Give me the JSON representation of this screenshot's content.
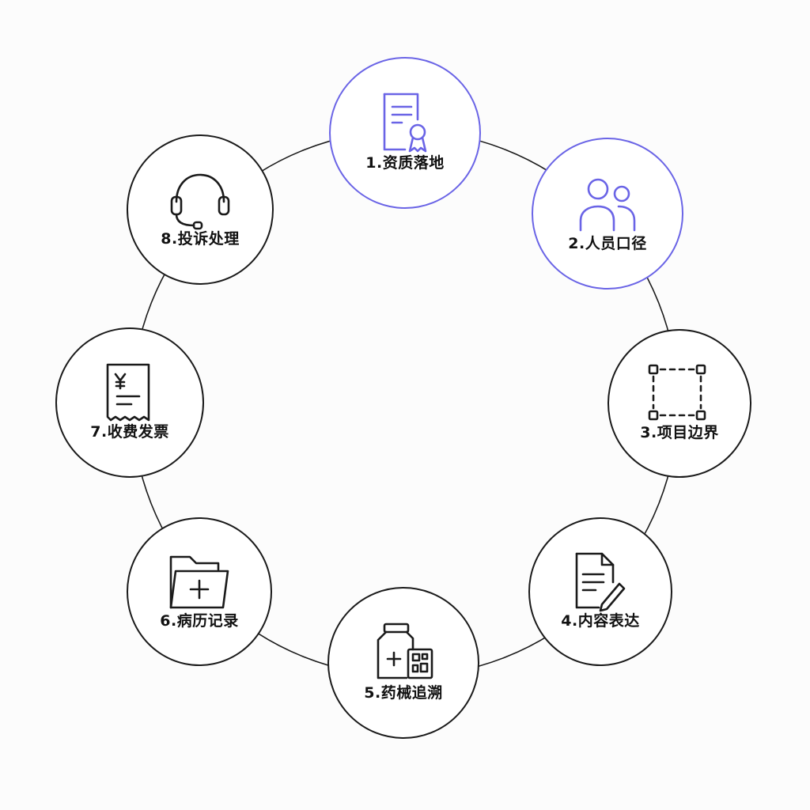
{
  "diagram": {
    "colors": {
      "accent": "#6a64e6",
      "stroke": "#1a1a1a",
      "background": "#fcfcfc"
    },
    "nodes": [
      {
        "label": "1.资质落地",
        "icon": "certificate-icon",
        "highlighted": true
      },
      {
        "label": "2.人员口径",
        "icon": "people-icon",
        "highlighted": true
      },
      {
        "label": "3.项目边界",
        "icon": "boundary-box-icon",
        "highlighted": false
      },
      {
        "label": "4.内容表达",
        "icon": "document-edit-icon",
        "highlighted": false
      },
      {
        "label": "5.药械追溯",
        "icon": "medicine-qr-icon",
        "highlighted": false
      },
      {
        "label": "6.病历记录",
        "icon": "medical-folder-icon",
        "highlighted": false
      },
      {
        "label": "7.收费发票",
        "icon": "receipt-icon",
        "highlighted": false
      },
      {
        "label": "8.投诉处理",
        "icon": "headset-icon",
        "highlighted": false
      }
    ]
  }
}
